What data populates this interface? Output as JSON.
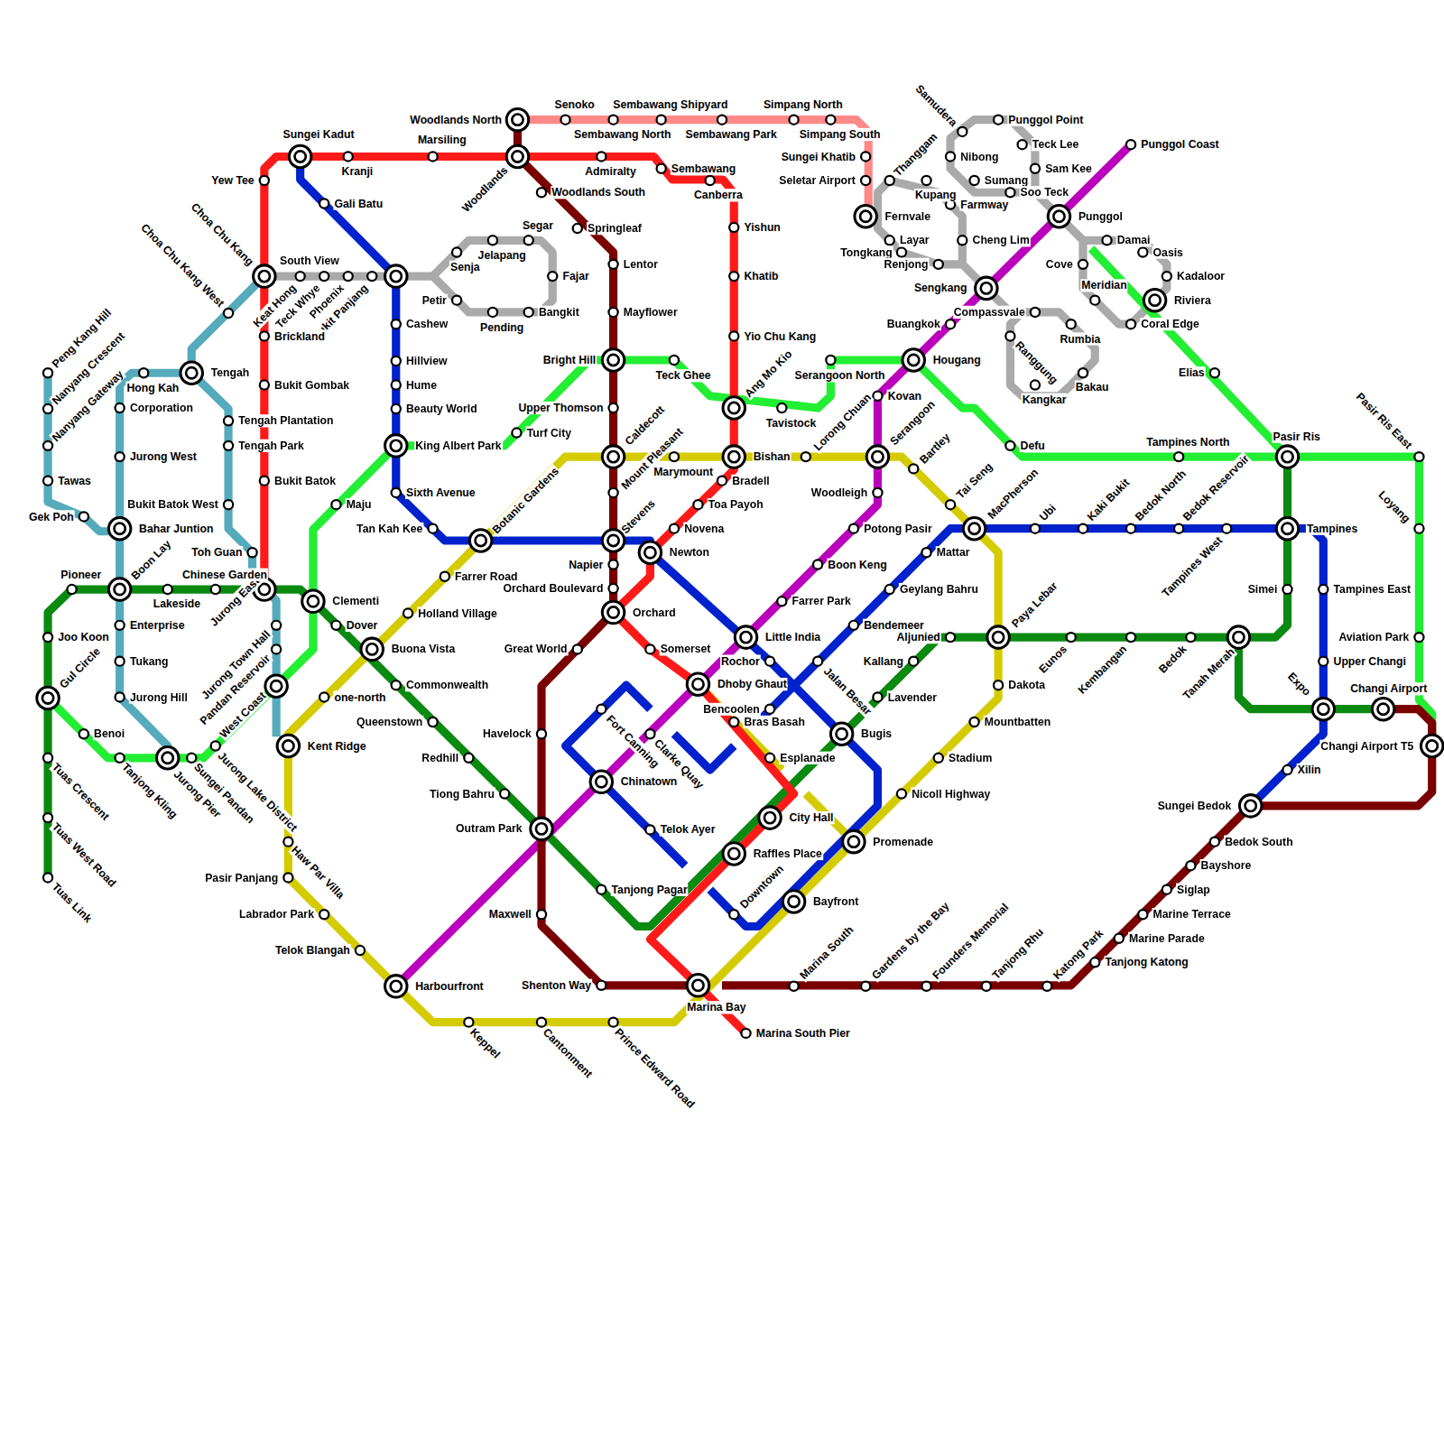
{
  "diagram": {
    "labels": [
      "Woodlands North",
      "Senoko",
      "Sembawang Shipyard",
      "Simpang North",
      "Sembawang North",
      "Sembawang Park",
      "Simpang South",
      "Sungei Khatib",
      "Seletar Airport",
      "Fernvale",
      "Sungei Kadut",
      "Kranji",
      "Marsiling",
      "Woodlands",
      "Admiralty",
      "Sembawang",
      "Canberra",
      "Woodlands South",
      "Springleaf",
      "Lentor",
      "Mayflower",
      "Bright Hill",
      "Teck Ghee",
      "Yishun",
      "Khatib",
      "Yio Chu Kang",
      "Ang Mo Kio",
      "Upper Thomson",
      "Tavistock",
      "Serangoon North",
      "Hougang",
      "Kovan",
      "Lorong Chuan",
      "Serangoon",
      "Bartley",
      "Caldecott",
      "Marymount",
      "Mount Pleasant",
      "Bishan",
      "Bradell",
      "Toa Payoh",
      "Novena",
      "Newton",
      "Woodleigh",
      "Potong Pasir",
      "Tai Seng",
      "MacPherson",
      "Stevens",
      "Napier",
      "Orchard Boulevard",
      "Orchard",
      "Great World",
      "Somerset",
      "Boon Keng",
      "Farrer Park",
      "Geylang Bahru",
      "Mattar",
      "Little India",
      "Rochor",
      "Bendemeer",
      "Jalan Besar",
      "Dhoby Ghaut",
      "Bencoolen",
      "Bras Basah",
      "Bugis",
      "Esplanade",
      "Aljunied",
      "Paya Lebar",
      "Kallang",
      "Lavender",
      "Dakota",
      "Mountbatten",
      "Stadium",
      "Nicoll Highway",
      "City Hall",
      "Promenade",
      "Raffles Place",
      "Bayfront",
      "Downtown",
      "Marina South",
      "Gardens by the Bay",
      "Founders Memorial",
      "Tanjong Rhu",
      "Katong Park",
      "Tanjong Katong",
      "Marine Parade",
      "Marine Terrace",
      "Siglap",
      "Bayshore",
      "Bedok South",
      "Sungei Bedok",
      "Xilin",
      "Changi Airport T5",
      "Changi Airport",
      "Expo",
      "Upper Changi",
      "Aviation Park",
      "Tampines East",
      "Simei",
      "Tampines",
      "Loyang",
      "Pasir Ris East",
      "Pasir Ris",
      "Tampines North",
      "Elias",
      "Defu",
      "Ubi",
      "Kaki Bukit",
      "Bedok North",
      "Bedok Reservoir",
      "Tampines West",
      "Eunos",
      "Kembangan",
      "Bedok",
      "Tanah Merah",
      "Punggol Coast",
      "Samudera",
      "Punggol Point",
      "Teck Lee",
      "Nibong",
      "Sam Kee",
      "Sumang",
      "Soo Teck",
      "Thanggam",
      "Kupang",
      "Farmway",
      "Punggol",
      "Layar",
      "Tongkang",
      "Cheng Lim",
      "Renjong",
      "Damai",
      "Oasis",
      "Cove",
      "Kadaloor",
      "Meridian",
      "Sengkang",
      "Riviera",
      "Compassvale",
      "Buangkok",
      "Coral Edge",
      "Rumbia",
      "Ranggung",
      "Bakau",
      "Kangkar",
      "Yew Tee",
      "Choa Chu Kang",
      "South View",
      "Keat Hong",
      "Teck Whye",
      "Phoenix",
      "Bukit Panjang",
      "Gali Batu",
      "Senja",
      "Jelapang",
      "Segar",
      "Fajar",
      "Petir",
      "Bangkit",
      "Pending",
      "Cashew",
      "Hillview",
      "Hume",
      "Beauty World",
      "King Albert Park",
      "Turf City",
      "Botanic Gardens",
      "Sixth Avenue",
      "Tan Kah Kee",
      "Farrer Road",
      "Holland Village",
      "Buona Vista",
      "Commonwealth",
      "Queenstown",
      "Redhill",
      "Tiong Bahru",
      "Outram Park",
      "Havelock",
      "Fort Canning",
      "Clarke Quay",
      "Chinatown",
      "Telok Ayer",
      "Tanjong Pagar",
      "Maxwell",
      "Shenton Way",
      "Marina Bay",
      "Marina South Pier",
      "Harbourfront",
      "Keppel",
      "Cantonment",
      "Prince Edward Road",
      "Telok Blangah",
      "Labrador Park",
      "Pasir Panjang",
      "Haw Par Villa",
      "Kent Ridge",
      "one-north",
      "Jurong Lake District",
      "West Coast",
      "Pandan Reservoir",
      "Jurong Town Hall",
      "Jurong East",
      "Dover",
      "Clementi",
      "Maju",
      "Toh Guan",
      "Chinese Garden",
      "Lakeside",
      "Pioneer",
      "Boon Lay",
      "Bahar Juntion",
      "Bukit Batok West",
      "Bukit Batok",
      "Tengah Park",
      "Tengah Plantation",
      "Corporation",
      "Bukit Gombak",
      "Tengah",
      "Hong Kah",
      "Brickland",
      "Choa Chu Kang West",
      "Jurong West",
      "Gek Poh",
      "Tawas",
      "Nanyang Gateway",
      "Nanyang Crescent",
      "Peng Kang Hill",
      "Joo Koon",
      "Gul Circle",
      "Enterprise",
      "Tukang",
      "Jurong Hill",
      "Benoi",
      "Tuas Crescent",
      "Tuas West Road",
      "Tuas Link",
      "Tanjong Kling",
      "Jurong Pier",
      "Sungei Pandan"
    ]
  }
}
